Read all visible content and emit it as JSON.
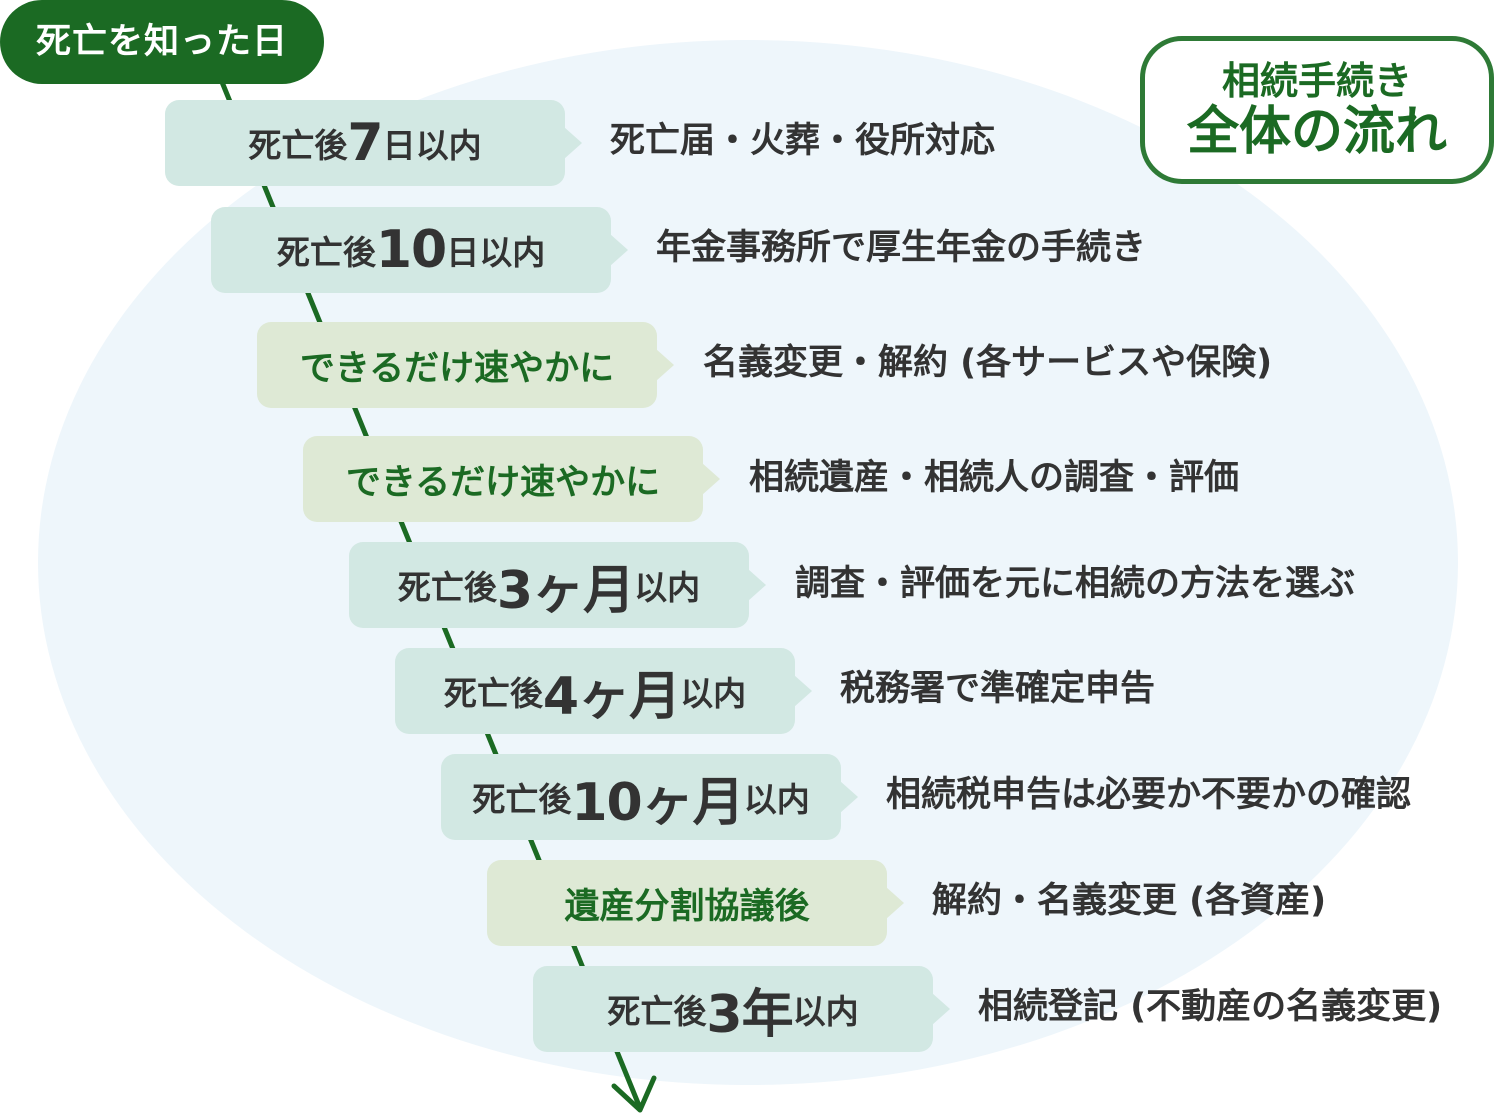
{
  "start": "死亡を知った日",
  "overview": {
    "line1": "相続手続き",
    "line2": "全体の流れ"
  },
  "steps": [
    {
      "pre": "死亡後",
      "num": "7",
      "unit": "日以内",
      "text": "",
      "desc": "死亡届・火葬・役所対応"
    },
    {
      "pre": "死亡後",
      "num": "10",
      "unit": "日以内",
      "text": "",
      "desc": "年金事務所で厚生年金の手続き"
    },
    {
      "pre": "",
      "num": "",
      "unit": "",
      "text": "できるだけ速やかに",
      "desc": "名義変更・解約 (各サービスや保険)"
    },
    {
      "pre": "",
      "num": "",
      "unit": "",
      "text": "できるだけ速やかに",
      "desc": "相続遺産・相続人の調査・評価"
    },
    {
      "pre": "死亡後",
      "num": "3ヶ月",
      "unit": "以内",
      "text": "",
      "desc": "調査・評価を元に相続の方法を選ぶ"
    },
    {
      "pre": "死亡後",
      "num": "4ヶ月",
      "unit": "以内",
      "text": "",
      "desc": "税務署で準確定申告"
    },
    {
      "pre": "死亡後",
      "num": "10ヶ月",
      "unit": "以内",
      "text": "",
      "desc": "相続税申告は必要か不要かの確認"
    },
    {
      "pre": "",
      "num": "",
      "unit": "",
      "text": "遺産分割協議後",
      "desc": "解約・名義変更 (各資産)"
    },
    {
      "pre": "死亡後",
      "num": "3年",
      "unit": "以内",
      "text": "",
      "desc": "相続登記 (不動産の名義変更)"
    }
  ],
  "colors": {
    "accent": "#1b6a23",
    "box_deadline": "#d2e8e3",
    "box_asap": "#dee9d5",
    "background": "#eef6fb"
  }
}
